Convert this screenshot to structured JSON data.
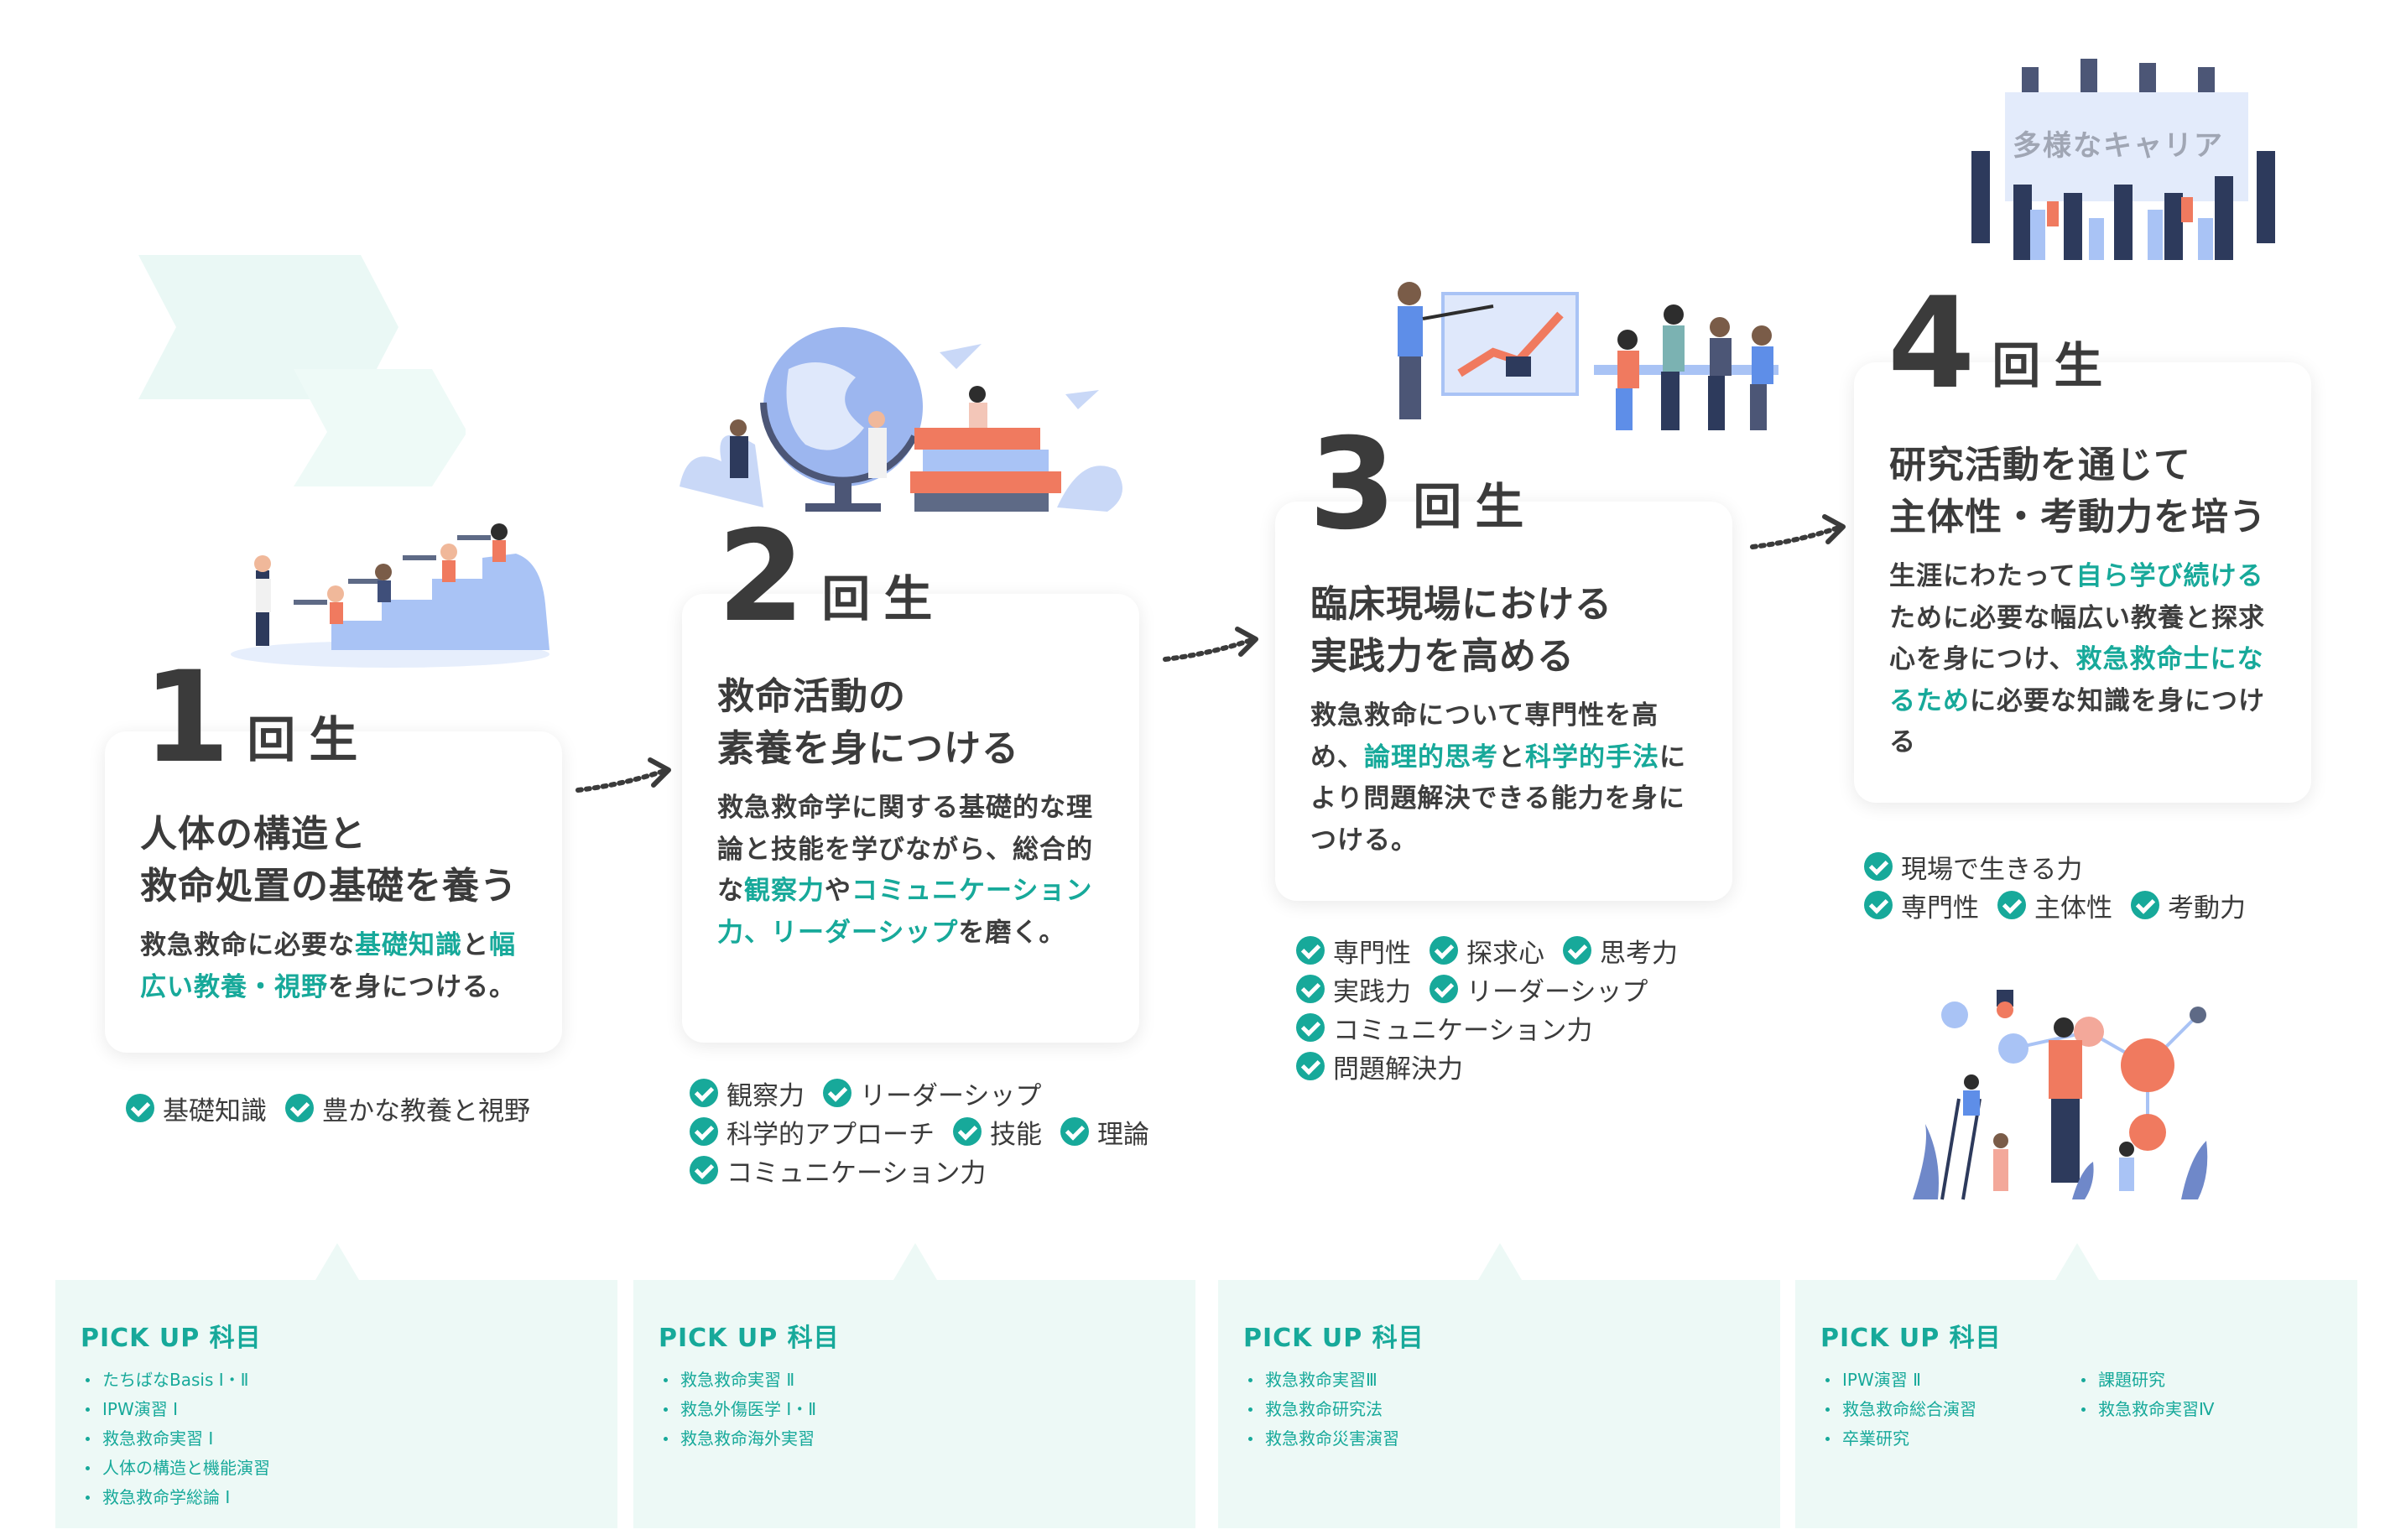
{
  "years": [
    {
      "num": "1",
      "kai": "回生",
      "title": [
        "人体の構造と",
        "救命処置の基礎を養う"
      ],
      "desc": [
        {
          "t": "救急救命に必要な"
        },
        {
          "t": "基礎知識",
          "hl": true
        },
        {
          "t": "と"
        },
        {
          "t": "幅広い教養・視野",
          "hl": true
        },
        {
          "t": "を身につける。"
        }
      ],
      "skills": [
        [
          "基礎知識",
          "豊かな教養と視野"
        ]
      ]
    },
    {
      "num": "2",
      "kai": "回生",
      "title": [
        "救命活動の",
        "素養を身につける"
      ],
      "desc": [
        {
          "t": "救急救命学に関する基礎的な理論と技能を学びながら、総合的な"
        },
        {
          "t": "観察力",
          "hl": true
        },
        {
          "t": "や"
        },
        {
          "t": "コミュニケーション力、リーダーシップ",
          "hl": true
        },
        {
          "t": "を磨く。"
        }
      ],
      "skills": [
        [
          "観察力",
          "リーダーシップ"
        ],
        [
          "科学的アプローチ",
          "技能",
          "理論"
        ],
        [
          "コミュニケーション力"
        ]
      ]
    },
    {
      "num": "3",
      "kai": "回生",
      "title": [
        "臨床現場における",
        "実践力を高める"
      ],
      "desc": [
        {
          "t": "救急救命について専門性を高め、"
        },
        {
          "t": "論理的思考",
          "hl": true
        },
        {
          "t": "と"
        },
        {
          "t": "科学的手法",
          "hl": true
        },
        {
          "t": "により問題解決できる能力を身につける。"
        }
      ],
      "skills": [
        [
          "専門性",
          "探求心",
          "思考力"
        ],
        [
          "実践力",
          "リーダーシップ"
        ],
        [
          "コミュニケーション力"
        ],
        [
          "問題解決力"
        ]
      ]
    },
    {
      "num": "4",
      "kai": "回生",
      "title": [
        "研究活動を通じて",
        "主体性・考動力を培う"
      ],
      "desc": [
        {
          "t": "生涯にわたって"
        },
        {
          "t": "自ら学び続ける",
          "hl": true
        },
        {
          "t": "ために必要な幅広い教養と探求心を身につけ、"
        },
        {
          "t": "救急救命士になるため",
          "hl": true
        },
        {
          "t": "に必要な知識を身につける"
        }
      ],
      "skills": [
        [
          "現場で生きる力"
        ],
        [
          "専門性",
          "主体性",
          "考動力"
        ]
      ]
    }
  ],
  "career_label": "多様なキャリア",
  "pickups": [
    {
      "title": "PICK UP 科目",
      "cols": [
        [
          "たちばなBasis Ⅰ・Ⅱ",
          "IPW演習 Ⅰ",
          "救急救命実習 Ⅰ",
          "人体の構造と機能演習",
          "救急救命学総論 Ⅰ"
        ]
      ]
    },
    {
      "title": "PICK UP 科目",
      "cols": [
        [
          "救急救命実習 Ⅱ",
          "救急外傷医学 Ⅰ・Ⅱ",
          "救急救命海外実習"
        ]
      ]
    },
    {
      "title": "PICK UP 科目",
      "cols": [
        [
          "救急救命実習Ⅲ",
          "救急救命研究法",
          "救急救命災害演習"
        ]
      ]
    },
    {
      "title": "PICK UP 科目",
      "cols": [
        [
          "IPW演習 Ⅱ",
          "救急救命総合演習",
          "卒業研究"
        ],
        [
          "課題研究",
          "救急救命実習Ⅳ"
        ]
      ]
    }
  ],
  "colors": {
    "accent": "#17a99a",
    "text": "#3b3b3b",
    "pickup_bg": "#edf9f6",
    "chevron": "#eaf8f5",
    "illustration_blue": "#a9c3f5"
  }
}
